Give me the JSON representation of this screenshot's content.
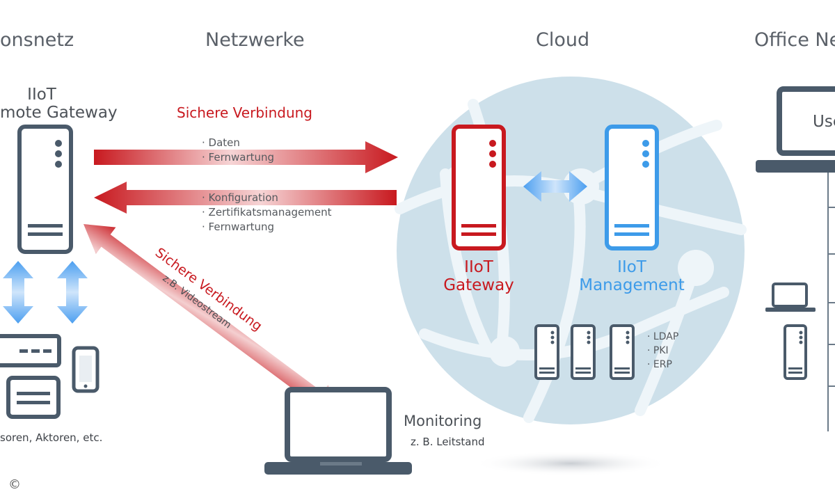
{
  "headings": {
    "left": "onsnetz",
    "networks": "Netzwerke",
    "cloud": "Cloud",
    "office": "Office Ne"
  },
  "remote_gateway": {
    "line1": "IIoT",
    "line2": "mote Gateway"
  },
  "connection_top": {
    "title": "Sichere Verbindung",
    "bullets_out": [
      "Daten",
      "Fernwartung"
    ],
    "bullets_in": [
      "Konfiguration",
      "Zertifikatsmanagement",
      "Fernwartung"
    ]
  },
  "connection_diag": {
    "title": "Sichere Verbindung",
    "subtitle": "z.B. Videostream"
  },
  "cloud": {
    "gateway": {
      "line1": "IIoT",
      "line2": "Gateway"
    },
    "management": {
      "line1": "IIoT",
      "line2": "Management"
    },
    "services": [
      "LDAP",
      "PKI",
      "ERP"
    ]
  },
  "monitoring": {
    "title": "Monitoring",
    "subtitle": "z. B. Leitstand"
  },
  "sensors_caption": "soren, Aktoren, etc.",
  "office_user": "Use",
  "copyright": "©",
  "colors": {
    "red": "#c8191f",
    "blue": "#3d9be9",
    "device": "#4a5a6a",
    "globe": "#cde0ea"
  },
  "icons": [
    "server-icon",
    "laptop-icon",
    "phone-icon",
    "sensor-box-icon",
    "double-arrow-icon",
    "globe-icon"
  ]
}
